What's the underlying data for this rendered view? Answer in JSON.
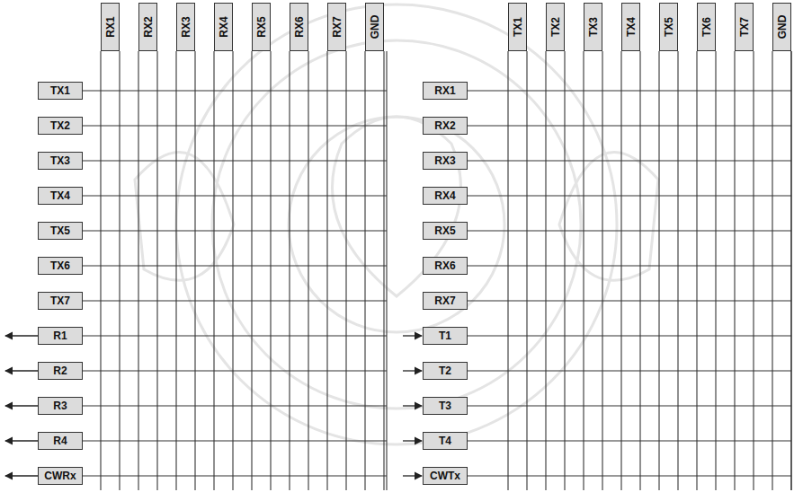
{
  "diagram": {
    "nodes": [
      {
        "text": [
          "RX1"
        ]
      },
      {
        "text": [
          "RX2"
        ]
      },
      {
        "text": [
          "RX3"
        ]
      },
      {
        "text": [
          "RX4"
        ]
      },
      {
        "text": [
          "RX5"
        ]
      },
      {
        "text": [
          "RX6"
        ]
      },
      {
        "text": [
          "RX7"
        ]
      },
      {
        "text": [
          "GND"
        ]
      },
      {
        "text": [
          "TX1"
        ]
      },
      {
        "text": [
          "TX2"
        ]
      },
      {
        "text": [
          "TX3"
        ]
      },
      {
        "text": [
          "TX4"
        ]
      },
      {
        "text": [
          "TX5"
        ]
      },
      {
        "text": [
          "TX6"
        ]
      },
      {
        "text": [
          "TX7"
        ]
      },
      {
        "text": [
          "R1"
        ]
      },
      {
        "text": [
          "R2"
        ]
      },
      {
        "text": [
          "R3"
        ]
      },
      {
        "text": [
          "R4"
        ]
      },
      {
        "text": [
          "CWRx"
        ]
      },
      {
        "text": [
          "TX1"
        ]
      },
      {
        "text": [
          "TX2"
        ]
      },
      {
        "text": [
          "TX3"
        ]
      },
      {
        "text": [
          "TX4"
        ]
      },
      {
        "text": [
          "TX5"
        ]
      },
      {
        "text": [
          "TX6"
        ]
      },
      {
        "text": [
          "TX7"
        ]
      },
      {
        "text": [
          "GND"
        ]
      },
      {
        "text": [
          "RX1"
        ]
      },
      {
        "text": [
          "RX2"
        ]
      },
      {
        "text": [
          "RX3"
        ]
      },
      {
        "text": [
          "RX4"
        ]
      },
      {
        "text": [
          "RX5"
        ]
      },
      {
        "text": [
          "RX6"
        ]
      },
      {
        "text": [
          "RX7"
        ]
      },
      {
        "text": [
          "T1"
        ]
      },
      {
        "text": [
          "T2"
        ]
      },
      {
        "text": [
          "T3"
        ]
      },
      {
        "text": [
          "T4"
        ]
      },
      {
        "text": [
          "CWTx"
        ]
      }
    ]
  }
}
